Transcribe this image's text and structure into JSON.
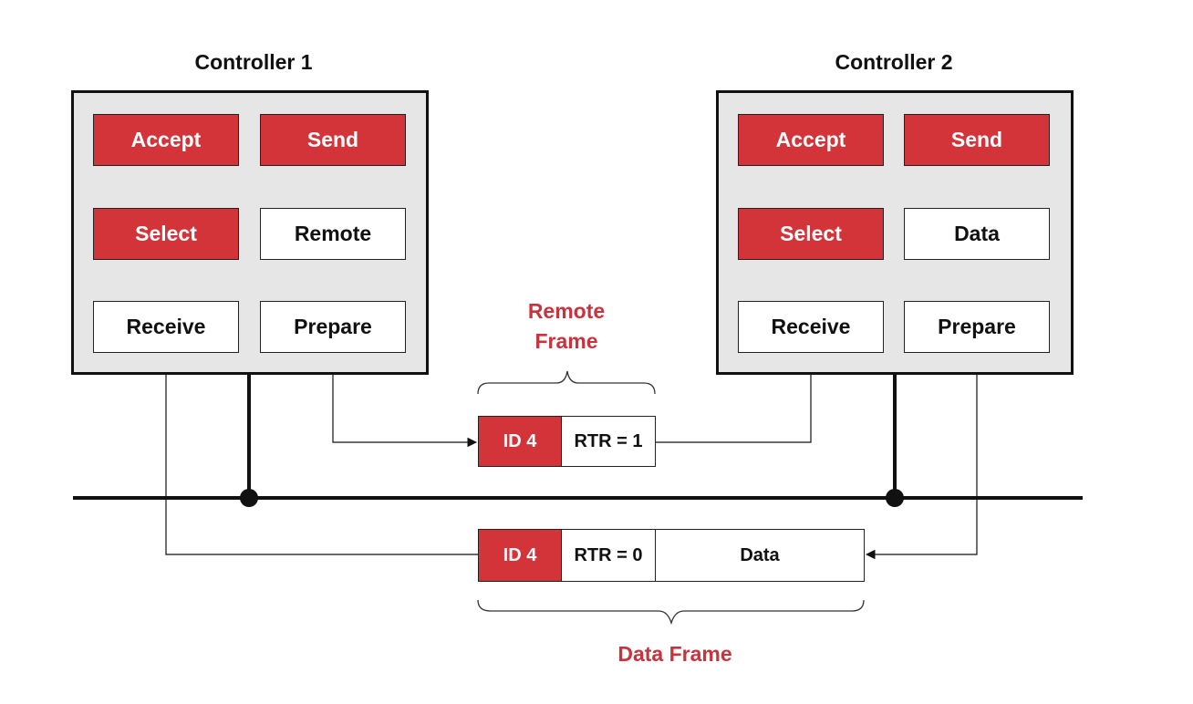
{
  "controller1": {
    "title": "Controller 1",
    "accept": "Accept",
    "send": "Send",
    "select": "Select",
    "remote": "Remote",
    "receive": "Receive",
    "prepare": "Prepare"
  },
  "controller2": {
    "title": "Controller 2",
    "accept": "Accept",
    "send": "Send",
    "select": "Select",
    "data": "Data",
    "receive": "Receive",
    "prepare": "Prepare"
  },
  "remote_frame": {
    "label_line1": "Remote",
    "label_line2": "Frame",
    "id": "ID 4",
    "rtr": "RTR = 1"
  },
  "data_frame": {
    "label": "Data Frame",
    "id": "ID 4",
    "rtr": "RTR = 0",
    "data": "Data"
  },
  "colors": {
    "accent_red": "#d2343a",
    "label_red": "#c8333d",
    "box_gray": "#e6e6e6"
  }
}
